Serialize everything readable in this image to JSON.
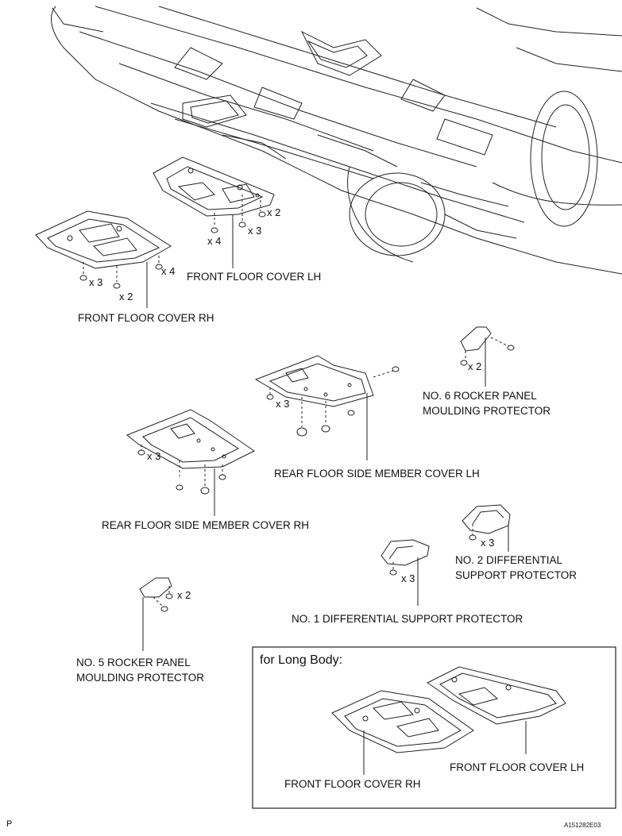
{
  "labels": {
    "front_floor_cover_lh": "FRONT FLOOR COVER LH",
    "front_floor_cover_rh": "FRONT FLOOR COVER RH",
    "no6_rocker": "NO. 6 ROCKER PANEL\nMOULDING PROTECTOR",
    "rear_floor_lh": "REAR FLOOR SIDE MEMBER COVER LH",
    "rear_floor_rh": "REAR FLOOR SIDE MEMBER COVER RH",
    "no2_diff": "NO. 2 DIFFERENTIAL\nSUPPORT PROTECTOR",
    "no1_diff": "NO. 1 DIFFERENTIAL SUPPORT PROTECTOR",
    "no5_rocker": "NO. 5 ROCKER PANEL\nMOULDING PROTECTOR",
    "long_body_title": "for Long Body:",
    "long_front_lh": "FRONT FLOOR COVER LH",
    "long_front_rh": "FRONT FLOOR COVER RH"
  },
  "quantities": {
    "lh_x2": "x 2",
    "lh_x3": "x 3",
    "lh_x4": "x 4",
    "rh_x4": "x 4",
    "rh_x3": "x 3",
    "rh_x2": "x 2",
    "no6_x2": "x 2",
    "rear_lh_x3": "x 3",
    "rear_rh_x3": "x 3",
    "no2_x3": "x 3",
    "no1_x3": "x 3",
    "no5_x2": "x 2"
  },
  "corner": {
    "left": "P",
    "right": "A151282E03"
  }
}
